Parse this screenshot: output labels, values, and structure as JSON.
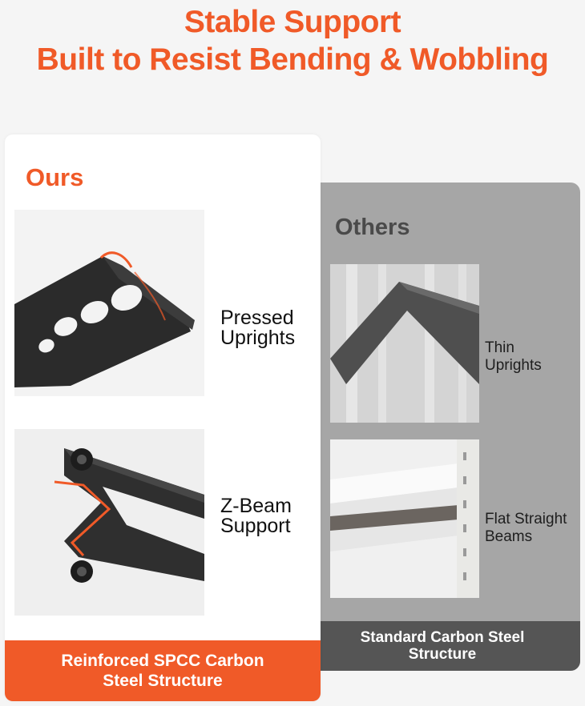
{
  "headline": {
    "line1": "Stable Support",
    "line2": "Built to Resist Bending & Wobbling"
  },
  "ours": {
    "title": "Ours",
    "features": [
      {
        "label_line1": "Pressed",
        "label_line2": "Uprights",
        "icon": "pressed-upright-image"
      },
      {
        "label_line1": "Z-Beam",
        "label_line2": "Support",
        "icon": "z-beam-image"
      }
    ],
    "footer_line1": "Reinforced SPCC Carbon",
    "footer_line2": "Steel Structure"
  },
  "others": {
    "title": "Others",
    "features": [
      {
        "label_line1": "Thin",
        "label_line2": "Uprights",
        "icon": "thin-upright-image"
      },
      {
        "label_line1": "Flat Straight",
        "label_line2": "Beams",
        "icon": "flat-beam-image"
      }
    ],
    "footer_line1": "Standard Carbon Steel",
    "footer_line2": "Structure"
  },
  "colors": {
    "accent": "#f05a28",
    "others_card": "#a6a6a6",
    "others_footer": "#555555"
  }
}
